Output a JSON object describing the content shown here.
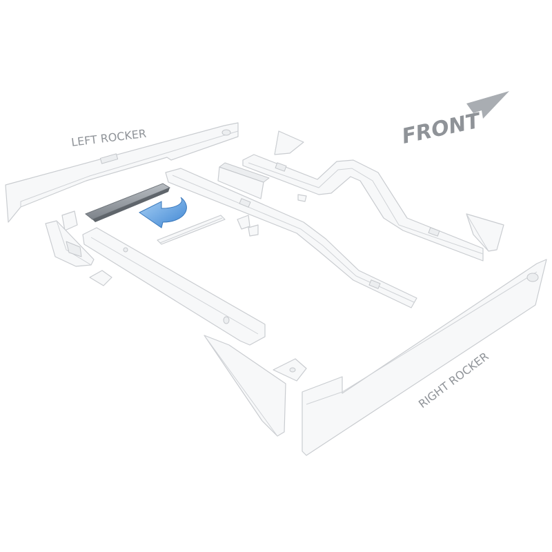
{
  "labels": {
    "left_rocker": "LEFT ROCKER",
    "right_rocker": "RIGHT ROCKER",
    "front": "FRONT"
  },
  "colors": {
    "part_fill": "#f7f8f9",
    "part_stroke": "#c9ccd0",
    "label_text": "#8f9398",
    "front_arrow": "#a9adb2",
    "highlight_part": "#8e949a",
    "indicator_arrow": "#4a90d9"
  },
  "icons": {
    "direction_indicator": "front-arrow-icon",
    "install_indicator": "curved-arrow-icon"
  }
}
